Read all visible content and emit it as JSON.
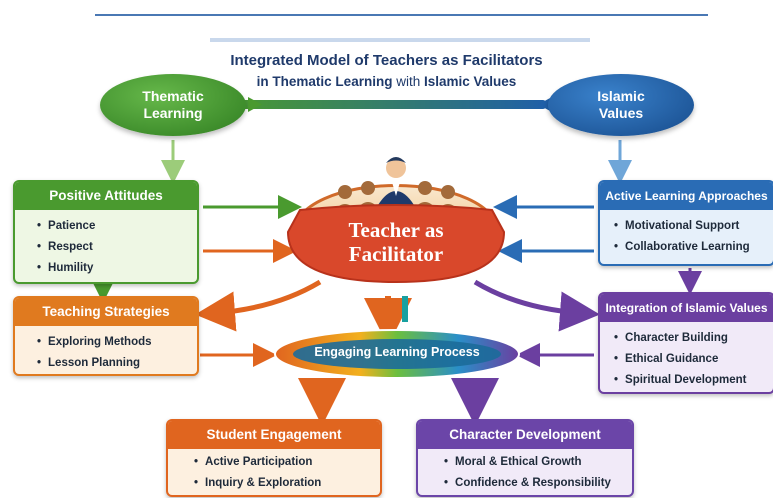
{
  "title": {
    "line1": "Integrated Model of Teachers as Facilitators",
    "line2_a": "in Thematic Learning",
    "line2_b": "with",
    "line2_c": "Islamic Values"
  },
  "thematic": {
    "label": "Thematic Learning",
    "color": "#3f9a2e"
  },
  "islamic": {
    "label": "Islamic Values",
    "color": "#1f5fa8"
  },
  "center": {
    "label_line1": "Teacher as",
    "label_line2": "Facilitator",
    "color": "#d9482b"
  },
  "process": {
    "label": "Engaging Learning Process"
  },
  "positive_attitudes": {
    "title": "Positive Attitudes",
    "color": "#4a9a2f",
    "items": [
      "Patience",
      "Respect",
      "Humility"
    ]
  },
  "teaching_strategies": {
    "title": "Teaching Strategies",
    "color": "#e07a1f",
    "items": [
      "Exploring Methods",
      "Lesson Planning"
    ]
  },
  "active_learning": {
    "title": "Active Learning Approaches",
    "color": "#2a6cb5",
    "items": [
      "Motivational Support",
      "Collaborative Learning"
    ]
  },
  "integration": {
    "title": "Integration of Islamic Values",
    "color": "#6b3fa0",
    "items": [
      "Character Building",
      "Ethical Guidance",
      "Spiritual Development"
    ]
  },
  "student_engagement": {
    "title": "Student Engagement",
    "color": "#e0651f",
    "items": [
      "Active Participation",
      "Inquiry & Exploration"
    ]
  },
  "character_development": {
    "title": "Character Development",
    "color": "#6b45a8",
    "items": [
      "Moral & Ethical Growth",
      "Confidence & Responsibility"
    ]
  }
}
